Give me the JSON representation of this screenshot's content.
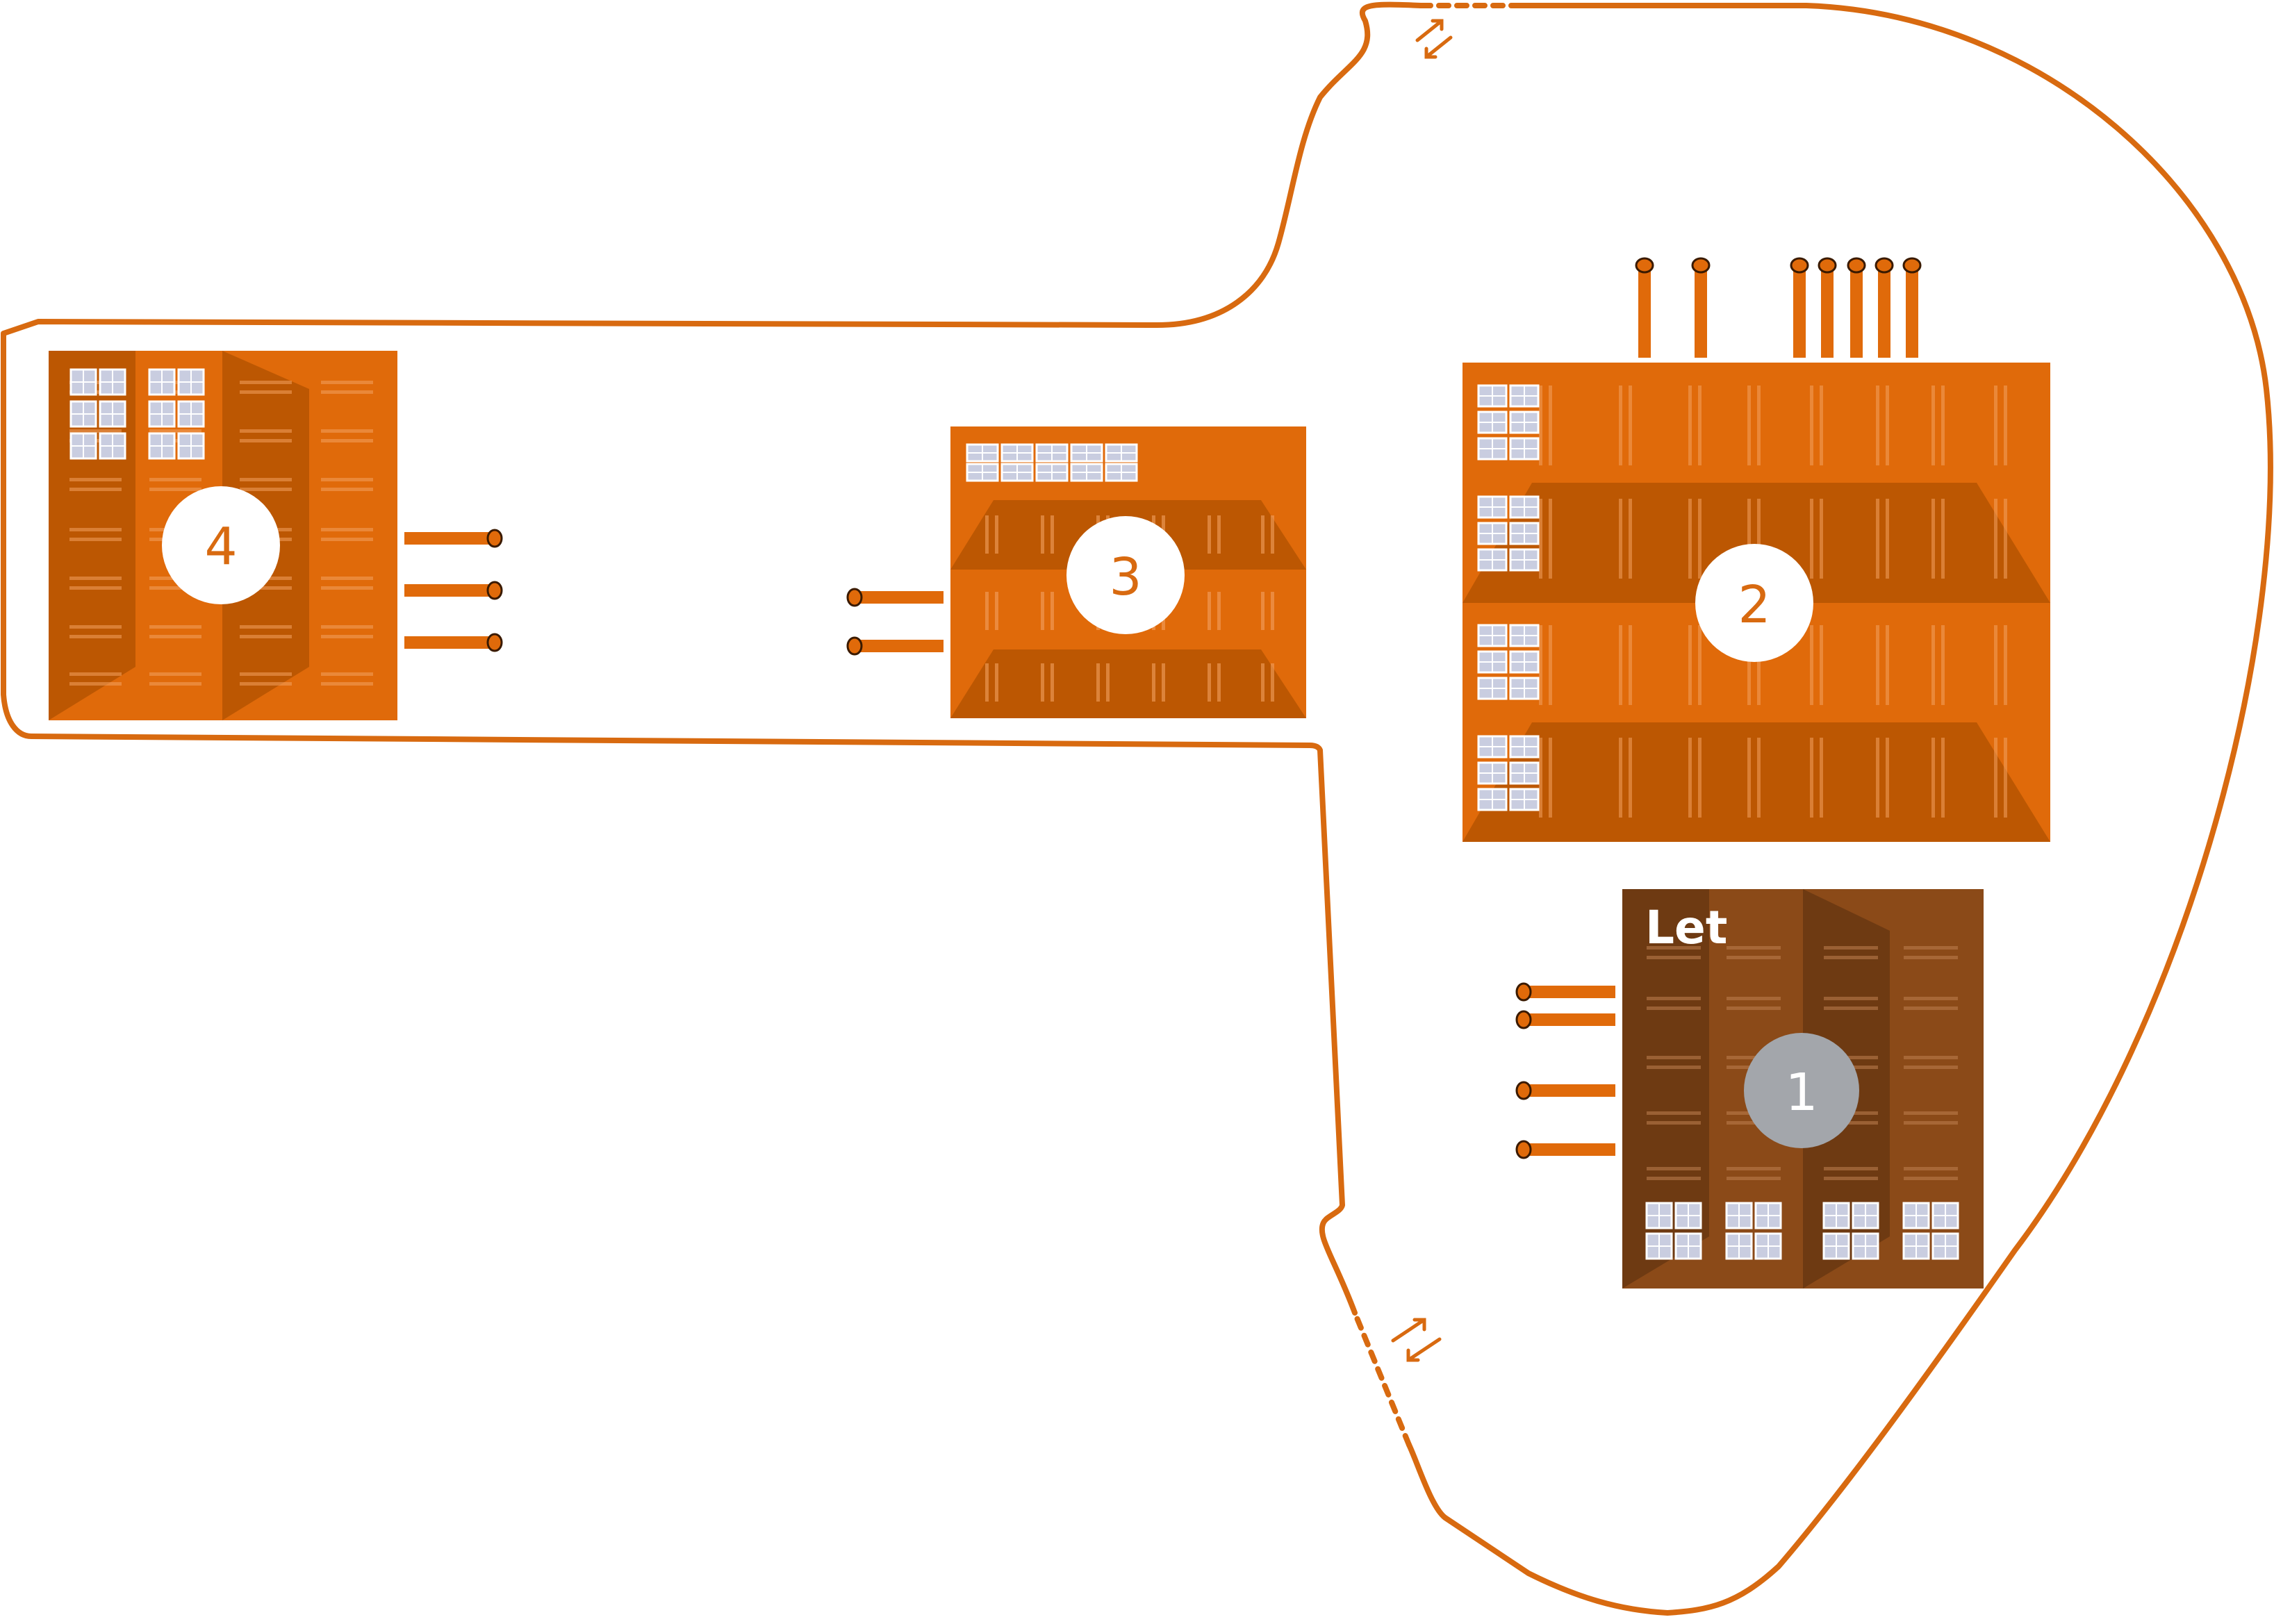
{
  "colors": {
    "outline": "#d86a10",
    "building_active": "#e06a0a",
    "building_shade": "#b05200",
    "building_inactive": "#8b4a18",
    "building_inactive_shade": "#6e3a12",
    "stripe_light": "#f2a060",
    "window_fill": "#c9cde0",
    "window_border": "#ffffff",
    "badge_active": "#ffffff",
    "badge_inactive": "#a3a6ab",
    "badge_text_active": "#d86a10",
    "badge_text_inactive": "#ffffff",
    "gate_arrow": "#d86a10"
  },
  "facilities": [
    {
      "number": "1",
      "label": "Let",
      "state": "inactive"
    },
    {
      "number": "2",
      "label": "",
      "state": "active"
    },
    {
      "number": "3",
      "label": "",
      "state": "active"
    },
    {
      "number": "4",
      "label": "",
      "state": "active"
    }
  ],
  "gates": [
    {
      "icon": "exchange-arrows-icon"
    },
    {
      "icon": "exchange-arrows-icon"
    }
  ]
}
